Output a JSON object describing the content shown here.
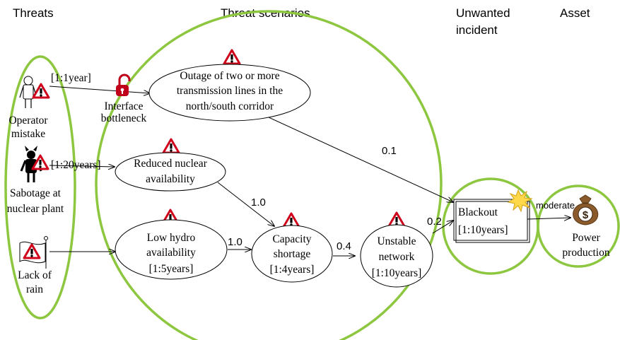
{
  "headers": {
    "threats": "Threats",
    "threat_scenarios": "Threat scenarios",
    "unwanted_incident_1": "Unwanted",
    "unwanted_incident_2": "incident",
    "asset": "Asset"
  },
  "threats": {
    "operator": {
      "line1": "Operator",
      "line2": "mistake",
      "likelihood": "[1:1year]"
    },
    "sabotage": {
      "line1": "Sabotage at",
      "line2": "nuclear plant",
      "likelihood": "[1:20years]"
    },
    "rain": {
      "line1": "Lack of",
      "line2": "rain"
    }
  },
  "vulnerability": {
    "line1": "Interface",
    "line2": "bottleneck"
  },
  "scenarios": {
    "outage": {
      "line1": "Outage of two  or more",
      "line2": "transmission lines in the",
      "line3": "north/south corridor"
    },
    "reduced": {
      "line1": "Reduced nuclear",
      "line2": "availability"
    },
    "hydro": {
      "line1": "Low hydro",
      "line2": "availability",
      "line3": "[1:5years]"
    },
    "capacity": {
      "line1": "Capacity",
      "line2": "shortage",
      "line3": "[1:4years]"
    },
    "unstable": {
      "line1": "Unstable",
      "line2": "network",
      "line3": "[1:10years]"
    }
  },
  "probabilities": {
    "outage_to_blackout": "0.1",
    "reduced_to_capacity": "1.0",
    "hydro_to_capacity": "1.0",
    "capacity_to_unstable": "0.4",
    "unstable_to_blackout": "0.2"
  },
  "incident": {
    "line1": "Blackout",
    "line2": "[1:10years]"
  },
  "consequence": "moderate",
  "asset": {
    "line1": "Power",
    "line2": "production"
  },
  "colors": {
    "group_outline": "#8dc63f",
    "warning": "#d0021b",
    "lock": "#c0001a",
    "money_bag": "#8b5a2b",
    "explosion": "#ffd84a"
  }
}
